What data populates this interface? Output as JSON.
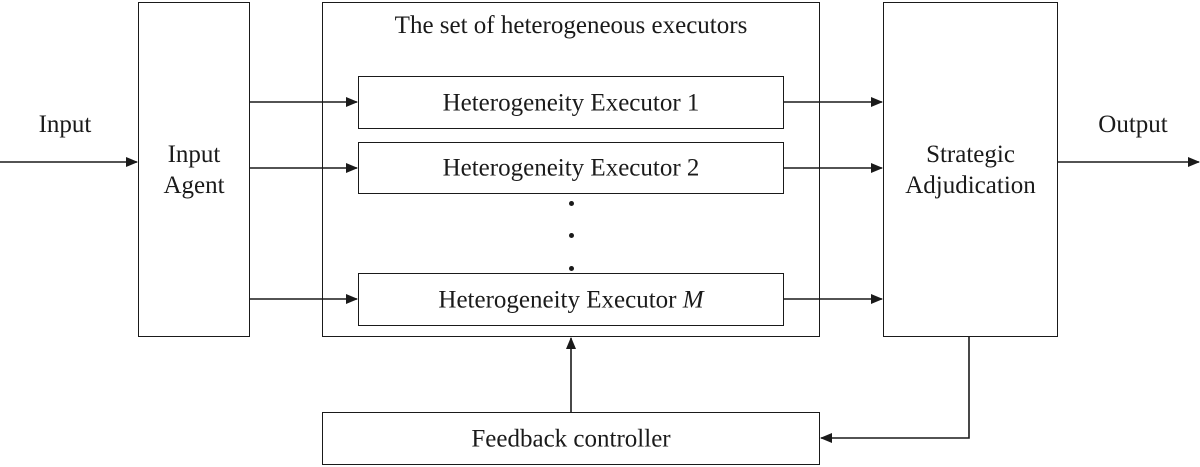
{
  "diagram": {
    "input_label": "Input",
    "output_label": "Output",
    "input_agent": {
      "line1": "Input",
      "line2": "Agent"
    },
    "executor_set": {
      "title": "The set of heterogeneous executors",
      "executors": [
        {
          "prefix": "Heterogeneity Executor",
          "index": "1"
        },
        {
          "prefix": "Heterogeneity Executor",
          "index": "2"
        },
        {
          "prefix": "Heterogeneity Executor",
          "index": "M"
        }
      ]
    },
    "adjudication": {
      "line1": "Strategic",
      "line2": "Adjudication"
    },
    "feedback": {
      "label": "Feedback controller"
    }
  },
  "colors": {
    "stroke": "#1a1a1a",
    "background": "#ffffff"
  }
}
